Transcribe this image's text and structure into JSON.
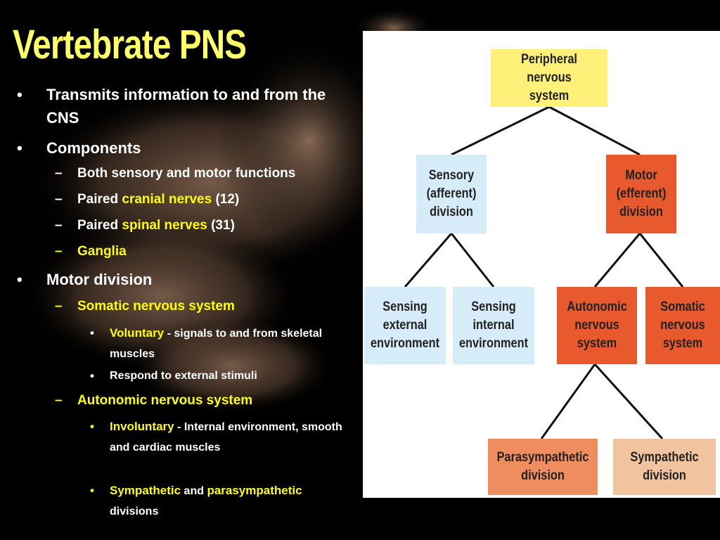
{
  "slide": {
    "title": "Vertebrate PNS",
    "bullets": {
      "b1": "Transmits information to and from the CNS",
      "b2": "Components",
      "b2_1": "Both sensory and motor functions",
      "b2_2_pre": "Paired ",
      "b2_2_hl": "cranial nerves",
      "b2_2_post": " (12)",
      "b2_3_pre": "Paired ",
      "b2_3_hl": "spinal nerves",
      "b2_3_post": " (31)",
      "b2_4": "Ganglia",
      "b3": "Motor division",
      "b3_1": "Somatic nervous system",
      "b3_1_1_hl": "Voluntary",
      "b3_1_1_post": " - signals to and from skeletal muscles",
      "b3_1_2": "Respond to external stimuli",
      "b3_2": "Autonomic nervous system",
      "b3_2_1_hl": "Involuntary",
      "b3_2_1_post": " - Internal environment, smooth and cardiac muscles",
      "b3_2_2_hl1": "Sympathetic",
      "b3_2_2_mid": " and ",
      "b3_2_2_hl2": "parasympathetic",
      "b3_2_2_post": " divisions"
    }
  },
  "diagram": {
    "root": "Peripheral nervous system",
    "sensory": "Sensory (afferent) division",
    "motor": "Motor (efferent) division",
    "sensing_external": "Sensing external environment",
    "sensing_internal": "Sensing internal environment",
    "autonomic": "Autonomic nervous system",
    "somatic": "Somatic nervous system",
    "parasympathetic": "Parasympathetic division",
    "sympathetic": "Sympathetic division"
  },
  "colors": {
    "title": "#ffff66",
    "highlight": "#ffff00",
    "root_box": "#fff07a",
    "sensory_box": "#d6ecf8",
    "motor_box": "#e8592d",
    "parasym_box": "#ef8d5e",
    "sym_box": "#f1c39e"
  }
}
